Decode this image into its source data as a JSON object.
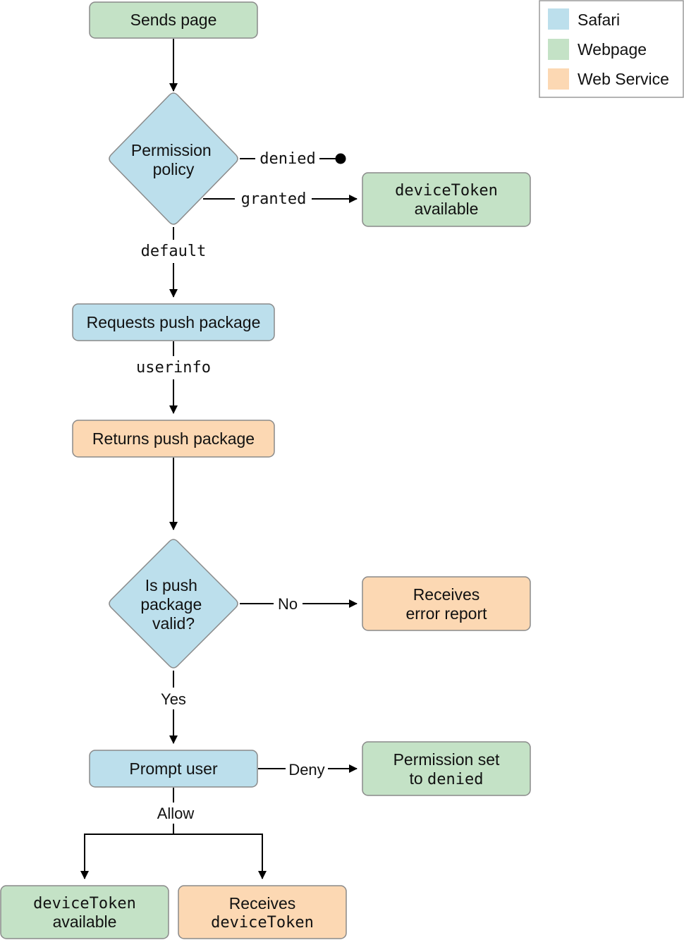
{
  "colors": {
    "safari": "#bcdfec",
    "webpage": "#c4e2c6",
    "web_service": "#fcd8b3"
  },
  "legend": {
    "safari": "Safari",
    "webpage": "Webpage",
    "web_service": "Web Service"
  },
  "nodes": {
    "sends_page": "Sends page",
    "permission_policy": [
      "Permission",
      "policy"
    ],
    "device_token_available_top": [
      "deviceToken",
      "available"
    ],
    "requests_push_package": "Requests push package",
    "returns_push_package": "Returns push package",
    "is_valid": [
      "Is push",
      "package",
      "valid?"
    ],
    "receives_error": [
      "Receives",
      "error report"
    ],
    "prompt_user": "Prompt user",
    "permission_denied": [
      "Permission set",
      "to ",
      "denied"
    ],
    "device_token_available_bottom": [
      "deviceToken",
      "available"
    ],
    "receives_device_token": [
      "Receives",
      "deviceToken"
    ]
  },
  "edge_labels": {
    "denied": "denied",
    "granted": "granted",
    "default": "default",
    "userinfo": "userinfo",
    "no": "No",
    "yes": "Yes",
    "deny": "Deny",
    "allow": "Allow"
  }
}
